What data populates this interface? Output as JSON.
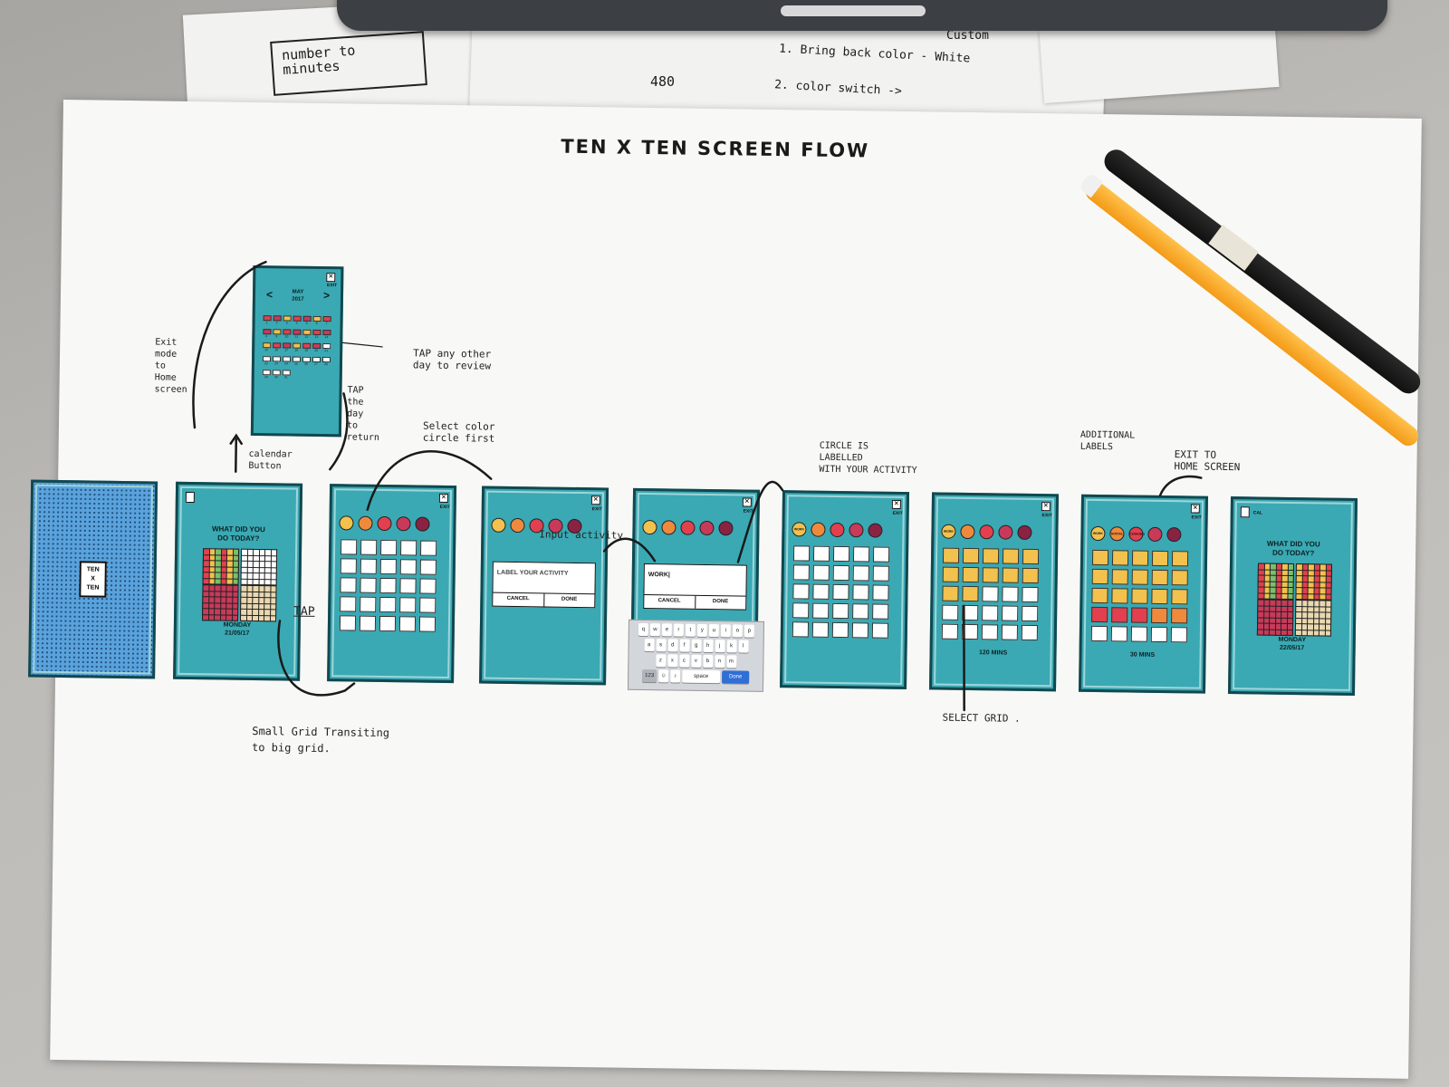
{
  "backsheet_notes": {
    "boxed_note": "number to\nminutes",
    "number": "480",
    "list_header": "Custom",
    "item1": "1.  Bring back  color  - White",
    "item2": "2.  color  switch  ->"
  },
  "title": "TEN X TEN  SCREEN FLOW",
  "splash": {
    "logo": "TEN\nX\nTEN"
  },
  "home": {
    "question": "WHAT DID YOU\nDO TODAY?",
    "date": "MONDAY\n21/05/17"
  },
  "calendar": {
    "month": "MAY\n2017",
    "prev": "<",
    "next": ">",
    "exit": "EXIT",
    "days": [
      "1",
      "2",
      "3",
      "4",
      "5",
      "6",
      "7",
      "8",
      "9",
      "10",
      "11",
      "12",
      "13",
      "14",
      "15",
      "16",
      "17",
      "18",
      "19",
      "20",
      "21",
      "22",
      "23",
      "24",
      "25",
      "26",
      "27",
      "28",
      "29",
      "30",
      "31"
    ]
  },
  "exit_label": "EXIT",
  "dialog": {
    "placeholder": "LABEL YOUR ACTIVITY",
    "typed": "WORK|",
    "cancel": "CANCEL",
    "done": "DONE"
  },
  "keyboard": {
    "row1": [
      "q",
      "w",
      "e",
      "r",
      "t",
      "y",
      "u",
      "i",
      "o",
      "p"
    ],
    "row2": [
      "a",
      "s",
      "d",
      "f",
      "g",
      "h",
      "j",
      "k",
      "l"
    ],
    "row3": [
      "z",
      "x",
      "c",
      "v",
      "b",
      "n",
      "m"
    ],
    "num": "123",
    "space": "space",
    "done": "Done"
  },
  "circle_labels": {
    "work": "WORK",
    "social": "SOCIAL",
    "cooking": "COOKING"
  },
  "mins_120": "120 MINS",
  "mins_30": "30 MINS",
  "final": {
    "cal": "CAL",
    "question": "WHAT DID YOU\nDO TODAY?",
    "date": "MONDAY\n22/05/17"
  },
  "notes": {
    "exit_mode": "Exit\nmode\nto\nHome\nscreen",
    "calendar_button": "calendar\nButton",
    "tap_other": "TAP any other\nday to review",
    "tap_day": "TAP\nthe\nday\nto\nreturn",
    "select_color": "Select color\ncircle first",
    "input_activity": "Input activity",
    "circle_labelled": "CIRCLE IS\nLABELLED\nWITH YOUR ACTIVITY",
    "additional": "ADDITIONAL\nLABELS",
    "exit_home": "EXIT TO\nHOME SCREEN",
    "tap": "TAP",
    "small_grid": "Small Grid Transiting\nto big grid.",
    "select_grid": "SELECT GRID ."
  },
  "colors": {
    "teal": "#3aa9b3",
    "yellow": "#f2c14e",
    "orange": "#ef8a3c",
    "red": "#e2404f",
    "rose": "#c83a5a",
    "plum": "#8a2244"
  }
}
